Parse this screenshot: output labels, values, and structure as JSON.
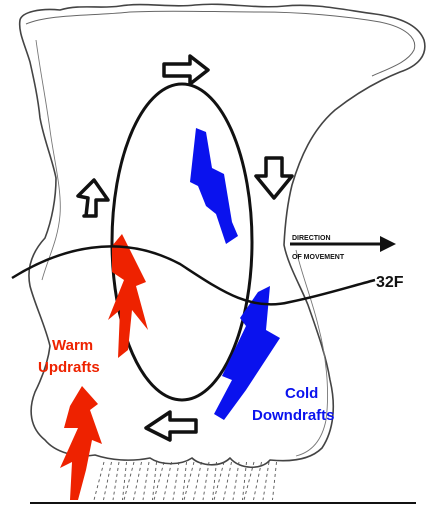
{
  "labels": {
    "direction_line1": "DIRECTION",
    "direction_line2": "OF MOVEMENT",
    "isotherm": "32F",
    "warm_line1": "Warm",
    "warm_line2": "Updrafts",
    "cold_line1": "Cold",
    "cold_line2": "Downdrafts"
  },
  "colors": {
    "warm": "#ee2200",
    "cold": "#0a12ee",
    "ink": "#111111",
    "background": "#ffffff"
  }
}
